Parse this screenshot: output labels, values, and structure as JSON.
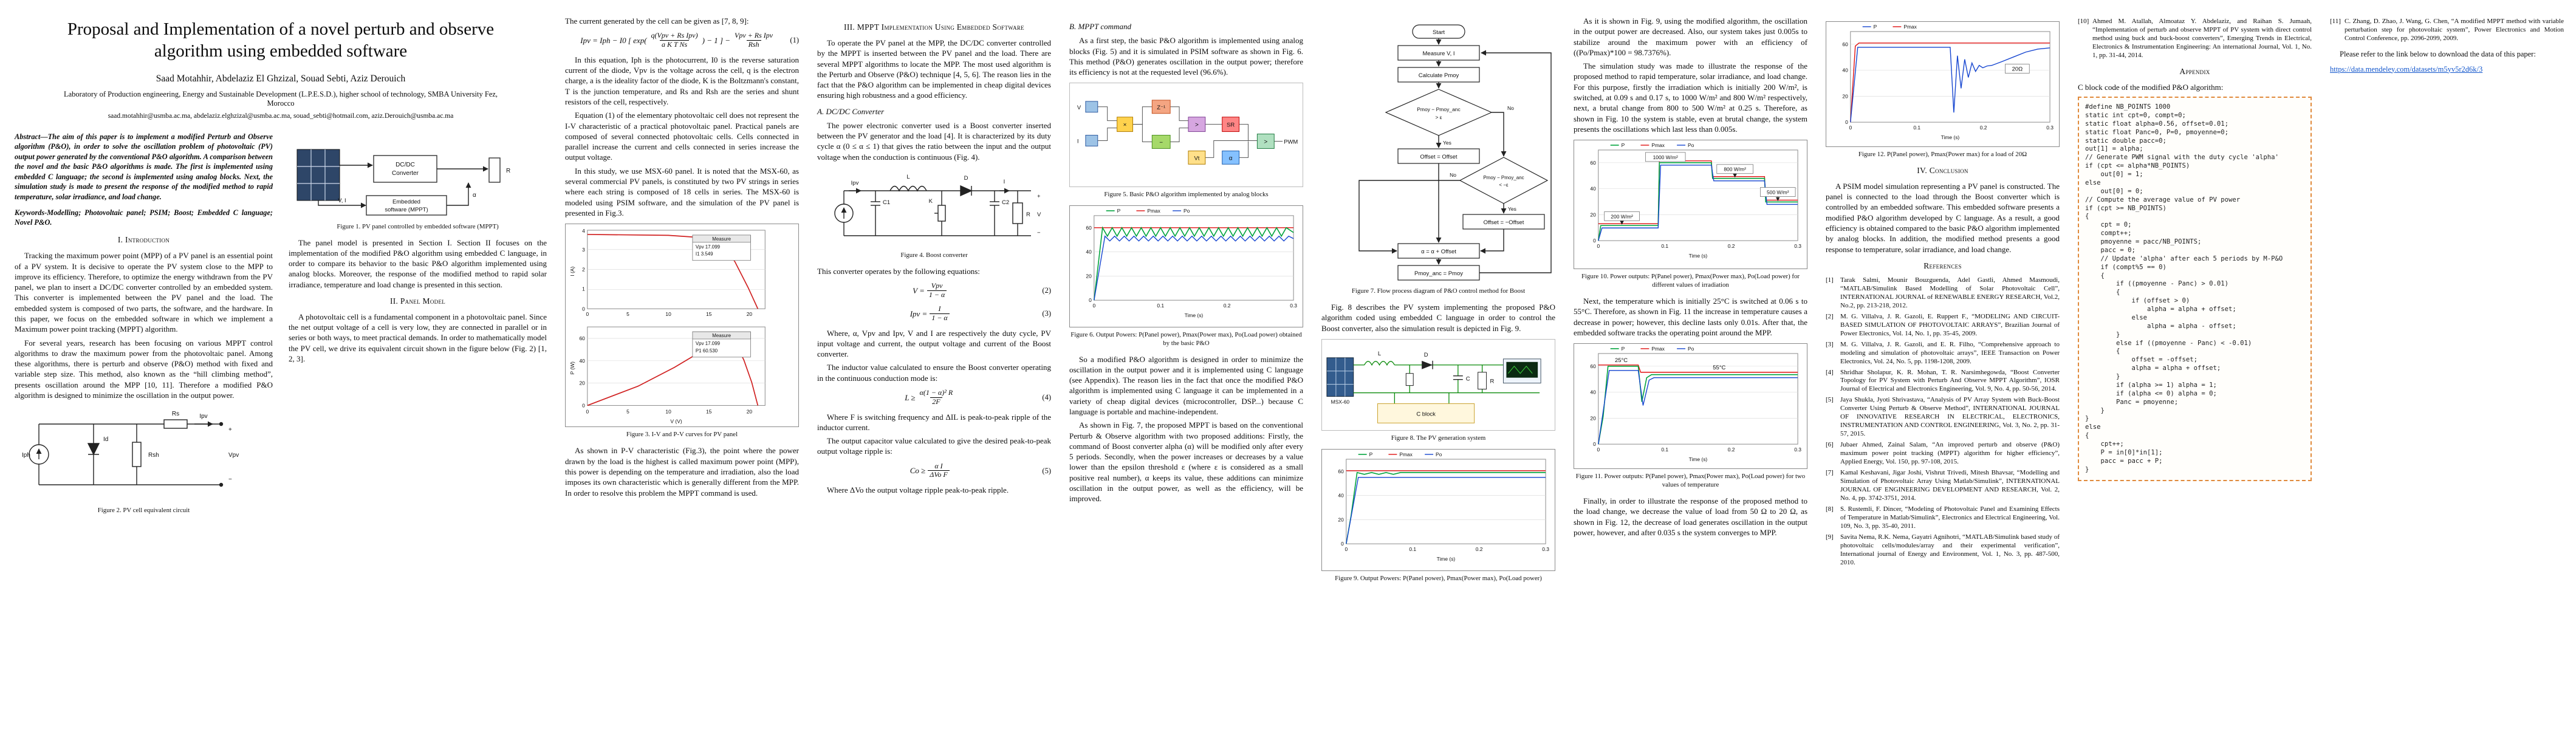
{
  "colors": {
    "trace_p": "#00a33c",
    "trace_pmax": "#e01010",
    "trace_po": "#1545d0",
    "code_border": "#e08a3c",
    "link_blue": "#1155cc",
    "panel_fill": "#2e4668"
  },
  "plot": {
    "xt": [
      "0",
      "0.1",
      "0.2",
      "0.3"
    ],
    "yt": [
      "0",
      "20",
      "40",
      "60"
    ],
    "xlabel": "Time (s)",
    "lp": "P",
    "lpmax": "Pmax",
    "lpo": "Po"
  },
  "page1": {
    "title": "Proposal and Implementation of a novel perturb and observe algorithm using embedded software",
    "authors": "Saad Motahhir, Abdelaziz El Ghzizal, Souad Sebti, Aziz Derouich",
    "affil": "Laboratory of Production engineering, Energy and Sustainable Development (L.P.E.S.D.), higher school of technology, SMBA University Fez, Morocco",
    "emails": "saad.motahhir@usmba.ac.ma, abdelaziz.elghzizal@usmba.ac.ma, souad_sebti@hotmail.com, aziz.Derouich@usmba.ac.ma",
    "abstract": "Abstract—The aim of this paper is to implement a modified Perturb and Observe algorithm (P&O), in order to solve the oscillation problem of photovoltaic (PV) output power generated by the conventional P&O algorithm. A comparison between the novel and the basic P&O algorithms is made. The first is implemented using embedded C language; the second is implemented using analog blocks. Next, the simulation study is made to present the response of the modified method to rapid temperature, solar irradiance, and load change.",
    "keywords": "Keywords-Modelling; Photovoltaic panel; PSIM; Boost; Embedded C language; Novel P&O.",
    "h_intro": "I.  Introduction",
    "intro_p1": "Tracking the maximum power point (MPP) of a PV panel is an essential point of a PV system. It is decisive to operate the PV system close to the MPP to improve its efficiency. Therefore, to optimize the energy withdrawn from the PV panel, we plan to insert a DC/DC converter controlled by an embedded system. This converter is implemented between the PV panel and the load. The embedded system is composed of two parts, the software, and the hardware. In this paper, we focus on the embedded software in which we implement a Maximum power point tracking (MPPT) algorithm.",
    "intro_p2": "For several years, research has been focusing on various MPPT control algorithms to draw the maximum power from the photovoltaic panel. Among these algorithms, there is perturb and observe (P&O) method with fixed and variable step size. This method, also known as the “hill climbing method”, presents oscillation around the MPP [10, 11]. Therefore a modified P&O algorithm is designed to minimize the oscillation in the output power.",
    "p_overview": "The panel model is presented in Section I. Section II focuses on the implementation of the modified P&O algorithm using embedded C language, in order to compare its behavior to the basic P&O algorithm implemented using analog blocks. Moreover, the response of the modified method to rapid solar irradiance, temperature and load change is presented in this section.",
    "h_panel": "II.  Panel Model",
    "p_panel": "A photovoltaic cell is a fundamental component in a photovoltaic panel. Since the net output voltage of a cell is very low, they are connected in parallel or in series or both ways, to meet practical demands. In order to mathematically model the PV cell, we drive its equivalent circuit shown in the figure below (Fig. 2) [1, 2, 3].",
    "fig1": {
      "caption": "Figure 1.  PV panel controlled by embedded software (MPPT)",
      "conv1": "DC/DC",
      "conv2": "Converter",
      "emb1": "Embedded",
      "emb2": "software (MPPT)",
      "vi": "V, I",
      "alpha": "α",
      "load": "R"
    },
    "fig2": {
      "caption": "Figure 2.  PV cell equivalent circuit",
      "iph": "Iph",
      "id": "Id",
      "rsh": "Rsh",
      "rs": "Rs",
      "ipv": "Ipv",
      "vpv": "Vpv",
      "plus": "+",
      "minus": "−"
    }
  },
  "col2": {
    "lead": "The current generated by the cell can be given as [7, 8, 9]:",
    "eq1": {
      "lhs": "Ipv = Iph − I0 [ exp(",
      "num1": "q(Vpv + Rs Ipv)",
      "den1": "a K T Ns",
      "mid": ") − 1 ] −",
      "num2": "Vpv + Rs Ipv",
      "den2": "Rsh",
      "tag": "(1)"
    },
    "p1": "In this equation, Iph is the photocurrent, I0 is the reverse saturation current of the diode, Vpv is the voltage across the cell, q is the electron charge, a is the ideality factor of the diode, K is the Boltzmann's constant, T is the junction temperature, and Rs and Rsh are the series and shunt resistors of the cell, respectively.",
    "p2": "Equation (1) of the elementary photovoltaic cell does not represent the I-V characteristic of a practical photovoltaic panel. Practical panels are composed of several connected photovoltaic cells. Cells connected in parallel increase the current and cells connected in series increase the output voltage.",
    "p3": "In this study, we use MSX-60 panel. It is noted that the MSX-60, as several commercial PV panels, is constituted by two PV strings in series where each string is composed of 18 cells in series. The MSX-60 is modeled using PSIM software, and the simulation of the PV panel is presented in Fig.3.",
    "p4": "As shown in P-V characteristic (Fig.3), the point where the power drawn by the load is the highest is called maximum power point (MPP), this power is depending on the temperature and irradiation, also the load imposes its own characteristic which is generally different from the MPP. In order to resolve this problem the MPPT command is used.",
    "fig3": {
      "caption": "Figure 3.  I-V and P-V curves for PV panel",
      "yl1": "I (A)",
      "yl2": "P (W)",
      "xl": "V (V)",
      "xt": [
        "0",
        "5",
        "10",
        "15",
        "20"
      ],
      "yt1": [
        "0",
        "1",
        "2",
        "3",
        "4"
      ],
      "yt2": [
        "0",
        "20",
        "40",
        "60"
      ],
      "m_title": "Measure",
      "m1a": "Vpv    17.099",
      "m1b": "I1      3.549",
      "m2a": "Vpv    17.099",
      "m2b": "P1     60.530"
    }
  },
  "col3": {
    "h": "III.  MPPT Implementation Using Embedded Software",
    "p1": "To operate the PV panel at the MPP, the DC/DC converter controlled by the MPPT is inserted between the PV panel and the load. There are several MPPT algorithms to locate the MPP. The most used algorithm is the Perturb and Observe (P&O) technique [4, 5, 6]. The reason lies in the fact that the P&O algorithm can be implemented in cheap digital devices ensuring high robustness and a good efficiency.",
    "hA": "A.  DC/DC Converter",
    "p2": "The power electronic converter used is a Boost converter inserted between the PV generator and the load [4]. It is characterized by its duty cycle α (0 ≤ α ≤ 1) that gives the ratio between the input and the output voltage when the conduction is continuous (Fig. 4).",
    "p_ops": "This converter operates by the following equations:",
    "eq2": {
      "lhs": "V =",
      "num": "Vpv",
      "den": "1 − α",
      "tag": "(2)"
    },
    "eq3": {
      "lhs": "Ipv =",
      "num": "I",
      "den": "1 − α",
      "tag": "(3)"
    },
    "p3": "Where, α, Vpv and Ipv, V and I are respectively the duty cycle, PV input voltage and current, the output voltage and current of the Boost converter.",
    "p4": "The inductor value calculated to ensure the Boost converter operating in the continuous conduction mode is:",
    "eq4": {
      "lhs": "L ≥",
      "num": "α(1 − α)² R",
      "den": "2F",
      "tag": "(4)"
    },
    "p5": "Where F is switching frequency and ΔIL is peak-to-peak ripple of the inductor current.",
    "p6": "The output capacitor value calculated to give the desired peak-to-peak output voltage ripple is:",
    "eq5": {
      "lhs": "Co ≥",
      "num": "α I",
      "den": "ΔVo F",
      "tag": "(5)"
    },
    "p7": "Where ΔVo the output voltage ripple peak-to-peak ripple.",
    "fig4": {
      "caption": "Figure 4.  Boost converter",
      "ipv": "Ipv",
      "c1": "C1",
      "l": "L",
      "k": "K",
      "d": "D",
      "c2": "C2",
      "r": "R",
      "i": "I",
      "v": "V",
      "plus": "+",
      "minus": "−"
    }
  },
  "col4": {
    "hB": "B.  MPPT command",
    "p1": "As a first step, the basic P&O algorithm is implemented using analog blocks (Fig. 5) and it is simulated in PSIM software as shown in Fig. 6. This method (P&O) generates oscillation in the output power; therefore its efficiency is not at the requested level (96.6%).",
    "p2": "So a modified P&O algorithm is designed in order to minimize the oscillation in the output power and it is implemented using C language (see Appendix). The reason lies in the fact that once the modified P&O algorithm is implemented using C language it can be implemented in a variety of cheap digital devices (microcontroller, DSP...) because C language is portable and machine-independent.",
    "p3": "As shown in Fig. 7, the proposed MPPT is based on the conventional Perturb & Observe algorithm with two proposed additions: Firstly, the command of Boost converter alpha (α) will be modified only after every 5 periods. Secondly, when the power increases or decreases by a value lower than the epsilon threshold ε (where ε is considered as a small positive real number), α keeps its value, these additions can minimize oscillation in the output power, as well as the efficiency, will be improved.",
    "fig5": {
      "caption": "Figure 5.  Basic P&O algorithm implemented by analog blocks",
      "v": "V",
      "i": "I",
      "mult": "×",
      "delay": "Z⁻¹",
      "sub": "−",
      "cmp": ">",
      "sr": "SR",
      "saw": "Vt",
      "pwm": ">",
      "out": "PWM",
      "alpha": "α"
    },
    "fig6": {
      "caption": "Figure 6.  Output Powers: P(Panel power), Pmax(Power max), Po(Load power) obtained by the basic P&O"
    }
  },
  "col5": {
    "p1": "Fig. 8 describes the PV system implementing the proposed P&O algorithm coded using embedded C language in order to control the Boost converter, also the simulation result is depicted in Fig. 9.",
    "fig7": {
      "caption": "Figure 7.  Flow process diagram of P&O control method for Boost",
      "start": "Start",
      "measure": "Measure V, I",
      "calc": "Calculate Pmoy",
      "d1a": "Pmoy − Pmoy_anc",
      "d1b": "> ε",
      "d2a": "Pmoy − Pmoy_anc",
      "d2b": "< −ε",
      "yes": "Yes",
      "no": "No",
      "keep": "Offset = Offset",
      "inv": "Offset = −Offset",
      "update": "α = α + Offset",
      "save": "Pmoy_anc = Pmoy"
    },
    "fig8": {
      "caption": "Figure 8.  The PV generation system",
      "pv": "MSX-60",
      "l": "L",
      "d": "D",
      "c": "C",
      "r": "R",
      "cblock": "C block"
    },
    "fig9": {
      "caption": "Figure 9.  Output Powers: P(Panel power), Pmax(Power max), Po(Load power)"
    }
  },
  "col6": {
    "p1": "As it is shown in Fig. 9, using the modified algorithm, the oscillation in the output power are decreased. Also, our system takes just 0.005s to stabilize around the maximum power with an efficiency of ((Po/Pmax)*100 = 98.7376%).",
    "p2": "The simulation study was made to illustrate the response of the proposed method to rapid temperature, solar irradiance, and load change. For this purpose, firstly the irradiation which is initially 200 W/m², is switched, at 0.09 s and 0.17 s, to 1000 W/m² and 800 W/m² respectively, next, a brutal change from 800 to 500 W/m² at 0.25 s. Therefore, as shown in Fig. 10 the system is stable, even at brutal change, the system presents the oscillations which last less than 0.005s.",
    "p3": "Next, the temperature which is initially 25°C is switched at 0.06 s to 55°C. Therefore, as shown in Fig. 11 the increase in temperature causes a decrease in power; however, this decline lasts only 0.01s. After that, the embedded software tracks the operating point around the MPP.",
    "p4": "Finally, in order to illustrate the response of the proposed method to the load change, we decrease the value of load from 50 Ω to 20 Ω, as shown in Fig. 12, the decrease of load generates oscillation in the output power, however, and after 0.035 s the system converges to MPP.",
    "fig10": {
      "caption": "Figure 10.  Power outputs: P(Panel power), Pmax(Power max), Po(Load power) for different values of irradiation",
      "g1000": "1000 W/m²",
      "g800": "800 W/m²",
      "g500": "500 W/m²",
      "g200": "200 W/m²"
    },
    "fig11": {
      "caption": "Figure 11.  Power outputs: P(Panel power), Pmax(Power max), Po(Load power) for two values of temperature",
      "t25": "25°C",
      "t55": "55°C"
    }
  },
  "col7": {
    "fig12": {
      "caption": "Figure 12.  P(Panel power), Pmax(Power max) for a load of 20Ω",
      "r20": "20Ω"
    },
    "h": "IV.  Conclusion",
    "p1": "A PSIM model simulation representing a PV panel is constructed. The panel is connected to the load through the Boost converter which is controlled by an embedded software. This embedded software presents a modified P&O algorithm developed by C language. As a result, a good efficiency is obtained compared to the basic P&O algorithm implemented by analog blocks. In addition, the modified method presents a good response to temperature, solar irradiance, and load change.",
    "h_refs": "References",
    "refs": [
      {
        "n": "[1]",
        "t": "Tarak Salmi, Mounir Bouzguenda, Adel Gastli, Ahmed Masmoudi, “MATLAB/Simulink Based Modelling of Solar Photovoltaic Cell”, INTERNATIONAL JOURNAL of RENEWABLE ENERGY RESEARCH, Vol.2, No.2, pp. 213-218, 2012."
      },
      {
        "n": "[2]",
        "t": "M. G. Villalva, J. R. Gazoli, E. Ruppert F., “MODELING AND CIRCUIT-BASED SIMULATION OF PHOTOVOLTAIC ARRAYS”, Brazilian Journal of Power Electronics, Vol. 14, No. 1, pp. 35-45, 2009."
      },
      {
        "n": "[3]",
        "t": "M. G. Villalva, J. R. Gazoli, and E. R. Filho, “Comprehensive approach to modeling and simulation of photovoltaic arrays”, IEEE Transaction on Power Electronics, Vol. 24, No. 5, pp. 1198-1208, 2009."
      },
      {
        "n": "[4]",
        "t": "Shridhar Sholapur, K. R. Mohan, T. R. Narsimhegowda, “Boost Converter Topology for PV System with Perturb And Observe MPPT Algorithm”, IOSR Journal of Electrical and Electronics Engineering, Vol. 9, No. 4, pp. 50-56, 2014."
      },
      {
        "n": "[5]",
        "t": "Jaya Shukla, Jyoti Shrivastava, “Analysis of PV Array System with Buck-Boost Converter Using Perturb & Observe Method”, INTERNATIONAL JOURNAL OF INNOVATIVE RESEARCH IN ELECTRICAL, ELECTRONICS, INSTRUMENTATION AND CONTROL ENGINEERING, Vol. 3, No. 2, pp. 31-57, 2015."
      },
      {
        "n": "[6]",
        "t": "Jubaer Ahmed, Zainal Salam, “An improved perturb and observe (P&O) maximum power point tracking (MPPT) algorithm for higher efficiency”, Applied Energy, Vol. 150, pp. 97-108, 2015."
      },
      {
        "n": "[7]",
        "t": "Kamal Keshavani, Jigar Joshi, Vishrut Trivedi, Mitesh Bhavsar, “Modelling and Simulation of Photovoltaic Array Using Matlab/Simulink”, INTERNATIONAL JOURNAL OF ENGINEERING DEVELOPMENT AND RESEARCH, Vol. 2, No. 4, pp. 3742-3751, 2014."
      },
      {
        "n": "[8]",
        "t": "S. Rustemli, F. Dincer, “Modeling of Photovoltaic Panel and Examining Effects of Temperature in Matlab/Simulink”, Electronics and Electrical Engineering, Vol. 109, No. 3, pp. 35-40, 2011."
      },
      {
        "n": "[9]",
        "t": "Savita Nema, R.K. Nema, Gayatri Agnihotri, “MATLAB/Simulink based study of photovoltaic cells/modules/array and their experimental verification”, International journal of Energy and Environment, Vol. 1, No. 3, pp. 487-500, 2010."
      }
    ]
  },
  "col8": {
    "ref10": {
      "n": "[10]",
      "t": "Ahmed M. Atallah, Almoataz Y. Abdelaziz, and Raihan S. Jumaah, “Implementation of perturb and observe MPPT of PV system with direct control method using buck and buck-boost converters”, Emerging Trends in Electrical, Electronics & Instrumentation Engineering: An international Journal, Vol. 1, No. 1, pp. 31-44, 2014."
    },
    "h_app": "Appendix",
    "lead": "C block code of the modified P&O algorithm:",
    "code": [
      "#define NB_POINTS 1000",
      "static int cpt=0, compt=0;",
      "static float alpha=0.56, offset=0.01;",
      "static float Panc=0, P=0, pmoyenne=0;",
      "static double pacc=0;",
      "out[1] = alpha;",
      "// Generate PWM signal with the duty cycle 'alpha'",
      "if (cpt <= alpha*NB_POINTS)",
      "    out[0] = 1;",
      "else",
      "    out[0] = 0;",
      "// Compute the average value of PV power",
      "if (cpt >= NB_POINTS)",
      "{",
      "    cpt = 0;",
      "    compt++;",
      "    pmoyenne = pacc/NB_POINTS;",
      "    pacc = 0;",
      "    // Update 'alpha' after each 5 periods by M-P&O",
      "    if (compt%5 == 0)",
      "    {",
      "        if ((pmoyenne - Panc) > 0.01)",
      "        {",
      "            if (offset > 0)",
      "                alpha = alpha + offset;",
      "            else",
      "                alpha = alpha - offset;",
      "        }",
      "        else if ((pmoyenne - Panc) < -0.01)",
      "        {",
      "            offset = -offset;",
      "            alpha = alpha + offset;",
      "        }",
      "        if (alpha >= 1) alpha = 1;",
      "        if (alpha <= 0) alpha = 0;",
      "        Panc = pmoyenne;",
      "    }",
      "}",
      "else",
      "{",
      "    cpt++;",
      "    P = in[0]*in[1];",
      "    pacc = pacc + P;",
      "}"
    ]
  },
  "col9": {
    "ref11": {
      "n": "[11]",
      "t": "C. Zhang, D. Zhao, J. Wang, G. Chen, “A modified MPPT method with variable perturbation step for photovoltaic system”, Power Electronics and Motion Control Conference, pp. 2096-2099, 2009."
    },
    "p1": "Please refer to the link below to download the data of this paper:",
    "link": "https://data.mendeley.com/datasets/m5yv5r2d6k/3"
  }
}
